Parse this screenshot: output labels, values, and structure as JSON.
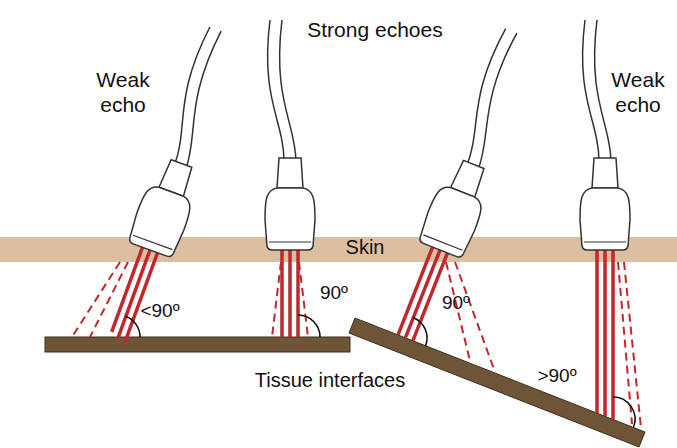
{
  "diagram": {
    "labels": [
      "Weak echo",
      "Strong echoes",
      "Weak echo",
      "Skin",
      "<90º",
      "90º",
      "90º",
      ">90º",
      "Tissue interfaces"
    ]
  }
}
